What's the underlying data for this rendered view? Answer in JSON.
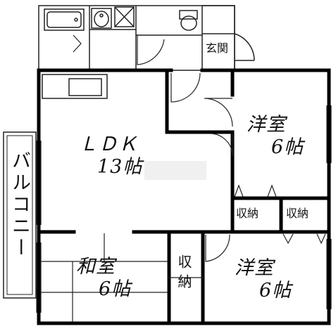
{
  "rooms": {
    "ldk": {
      "name": "ＬＤＫ",
      "size": "13帖"
    },
    "western_upper": {
      "name": "洋室",
      "size": "6帖"
    },
    "western_lower": {
      "name": "洋室",
      "size": "6帖"
    },
    "japanese": {
      "name": "和室",
      "size": "6帖"
    },
    "closet_left": {
      "name": "収納"
    },
    "closet_right": {
      "name": "収納"
    },
    "closet_tall": {
      "name": "収納"
    },
    "entrance": {
      "name": "玄関"
    },
    "balcony": {
      "name": "バルコニー"
    }
  },
  "colors": {
    "wall": "#000000",
    "line": "#222222",
    "fill": "#ffffff",
    "highlight": "#f0f0f0"
  }
}
